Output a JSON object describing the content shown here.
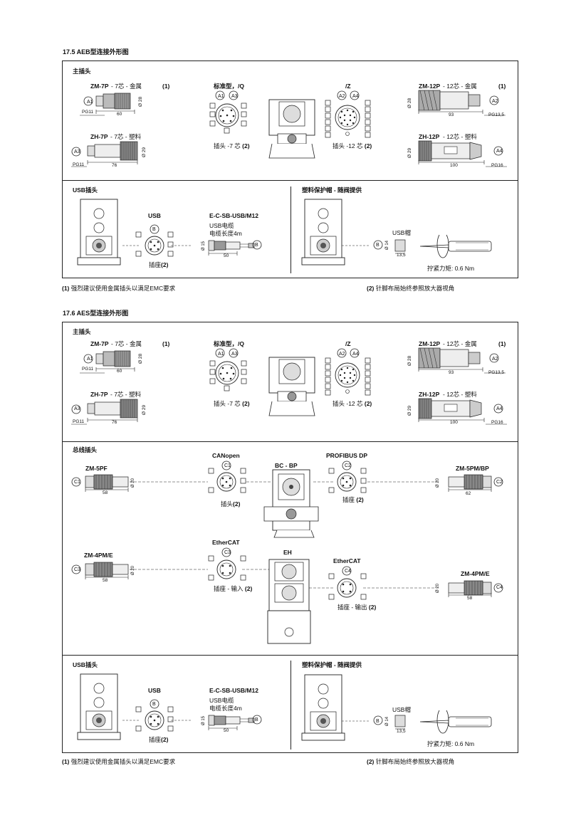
{
  "s175": {
    "title": "17.5  AEB型连接外形图",
    "main_plug": "主插头",
    "zm7p_name": "ZM-7P",
    "zm7p_desc": " - 7芯 - 金属",
    "zm7p_note": "(1)",
    "zm7p_len": "60",
    "zm7p_dia": "Ø 28",
    "zm7p_pg": "PG11",
    "zm7p_ref": "A1",
    "zh7p_name": "ZH-7P",
    "zh7p_desc": " - 7芯 - 塑料",
    "zh7p_len": "76",
    "zh7p_dia": "Ø 29",
    "zh7p_pg": "PG11",
    "zh7p_ref": "A3",
    "std_label": "标准型，/Q",
    "std_refs": [
      "A1",
      "A3"
    ],
    "std_pins_left": [
      "E",
      "F",
      "G"
    ],
    "std_pins_right": [
      "A",
      "B",
      "C"
    ],
    "std_pin_bottom": "D",
    "std_caption": "插头 -7 芯 ",
    "std_caption_note": "(2)",
    "z_label": "/Z",
    "z_refs": [
      "A2",
      "A4"
    ],
    "z_pins_left": [
      "4",
      "3",
      "2",
      "1",
      "10",
      "11"
    ],
    "z_pins_right": [
      "5",
      "6",
      "7",
      "8",
      "9",
      "12"
    ],
    "z_caption": "插头 -12 芯 ",
    "z_caption_note": "(2)",
    "zm12p_name": "ZM-12P",
    "zm12p_desc": " - 12芯 - 金属",
    "zm12p_note": "(1)",
    "zm12p_len": "93",
    "zm12p_dia": "Ø 28",
    "zm12p_pg": "PG13,5",
    "zm12p_ref": "A2",
    "zh12p_name": "ZH-12P",
    "zh12p_desc": " - 12芯 - 塑料",
    "zh12p_len": "100",
    "zh12p_dia": "Ø 29",
    "zh12p_pg": "PG16",
    "zh12p_ref": "A4",
    "usb_plug": "USB插头",
    "usb_label": "USB",
    "usb_ref": "B",
    "usb_pins_left": [
      "1",
      "4"
    ],
    "usb_pins_right": [
      "2",
      "5",
      "3"
    ],
    "usb_caption": "插座",
    "usb_caption_note": "(2)",
    "cable_name": "E-C-SB-USB/M12",
    "cable_line1": "USB电缆",
    "cable_line2": "电缆长度4m",
    "cable_dia": "Ø 15",
    "cable_len": "50",
    "cap_title": "塑料保护帽 - 随阀提供",
    "cap_label": "USB帽",
    "cap_dia": "Ø 14",
    "cap_len": "13,5",
    "torque": "拧紧力矩:  0.6 Nm",
    "foot1_num": "(1)",
    "foot1_text": " 强烈建议使用金属插头以满足EMC要求",
    "foot2_num": "(2)",
    "foot2_text": " 针脚布局始终参照放大器视角"
  },
  "s176": {
    "title": "17.6  AES型连接外形图",
    "main_plug": "主插头",
    "bus_plug": "总线插头",
    "zm5pf_name": "ZM-5PF",
    "zm5pf_ref": "C1",
    "zm5pf_dia": "Ø 20",
    "zm5pf_len": "58",
    "canopen_label": "CANopen",
    "canopen_ref": "C1",
    "canopen_pins_left": [
      "2",
      "3"
    ],
    "canopen_pins_right": [
      "1",
      "5",
      "4"
    ],
    "canopen_caption": "插头",
    "canopen_caption_note": "(2)",
    "bcbp_label": "BC - BP",
    "profibus_label": "PROFIBUS DP",
    "profibus_ref": "C2",
    "profibus_pins_left": [
      "1",
      "4"
    ],
    "profibus_pins_right": [
      "2",
      "5",
      "3"
    ],
    "profibus_caption": "插座 ",
    "profibus_caption_note": "(2)",
    "zm5pmbp_name": "ZM-5PM/BP",
    "zm5pmbp_ref": "C2",
    "zm5pmbp_dia": "Ø 20",
    "zm5pmbp_len": "62",
    "zm4pme_name": "ZM-4PM/E",
    "zm4pme_ref": "C3",
    "zm4pme_dia": "Ø 20",
    "zm4pme_len": "58",
    "ethercat_in_label": "EtherCAT",
    "ethercat_in_ref": "C3",
    "ethercat_in_pins_left": [
      "1",
      "4"
    ],
    "ethercat_in_pins_right": [
      "2",
      "3"
    ],
    "ethercat_in_caption": "插座 - 输入  ",
    "ethercat_in_caption_note": "(2)",
    "eh_label": "EH",
    "ethercat_out_label": "EtherCAT",
    "ethercat_out_ref": "C4",
    "ethercat_out_pins_left": [
      "1",
      "4"
    ],
    "ethercat_out_pins_right": [
      "2",
      "3"
    ],
    "ethercat_out_caption": "插座 - 输出  ",
    "ethercat_out_caption_note": "(2)",
    "zm4pme_r_name": "ZM-4PM/E",
    "zm4pme_r_ref": "C4",
    "zm4pme_r_dia": "Ø 20",
    "zm4pme_r_len": "58",
    "usb_plug": "USB插头",
    "cap_title": "塑料保护帽 - 随阀提供"
  },
  "colors": {
    "line": "#222222",
    "background": "#ffffff"
  }
}
